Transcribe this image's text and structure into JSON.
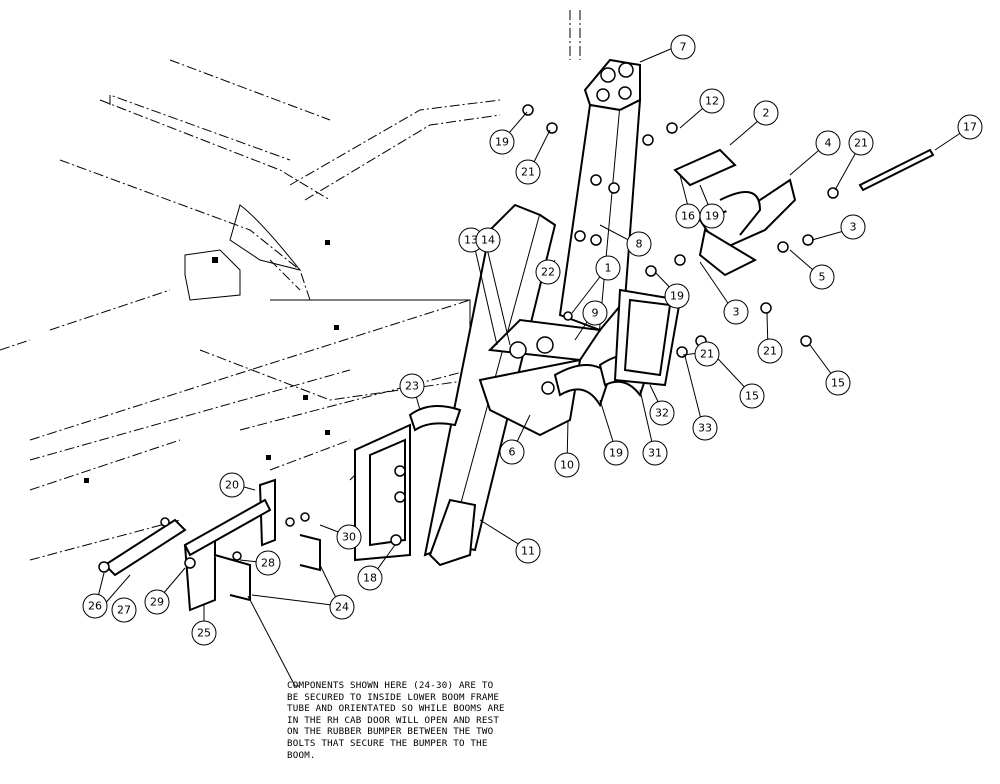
{
  "callouts": [
    "7",
    "12",
    "2",
    "4",
    "21",
    "17",
    "19",
    "21",
    "16",
    "19",
    "3",
    "13",
    "14",
    "22",
    "1",
    "8",
    "5",
    "19",
    "3",
    "9",
    "21",
    "21",
    "15",
    "15",
    "23",
    "6",
    "10",
    "19",
    "31",
    "32",
    "33",
    "20",
    "30",
    "11",
    "18",
    "28",
    "24",
    "26",
    "27",
    "29",
    "25"
  ],
  "note": {
    "lines": [
      "COMPONENTS SHOWN HERE (24-30) ARE TO",
      "BE SECURED TO INSIDE LOWER BOOM FRAME",
      "TUBE AND ORIENTATED SO WHILE BOOMS ARE",
      "IN THE RH CAB DOOR WILL OPEN AND REST",
      "ON THE RUBBER BUMPER BETWEEN THE TWO",
      "BOLTS THAT SECURE THE BUMPER TO THE",
      "BOOM."
    ]
  }
}
